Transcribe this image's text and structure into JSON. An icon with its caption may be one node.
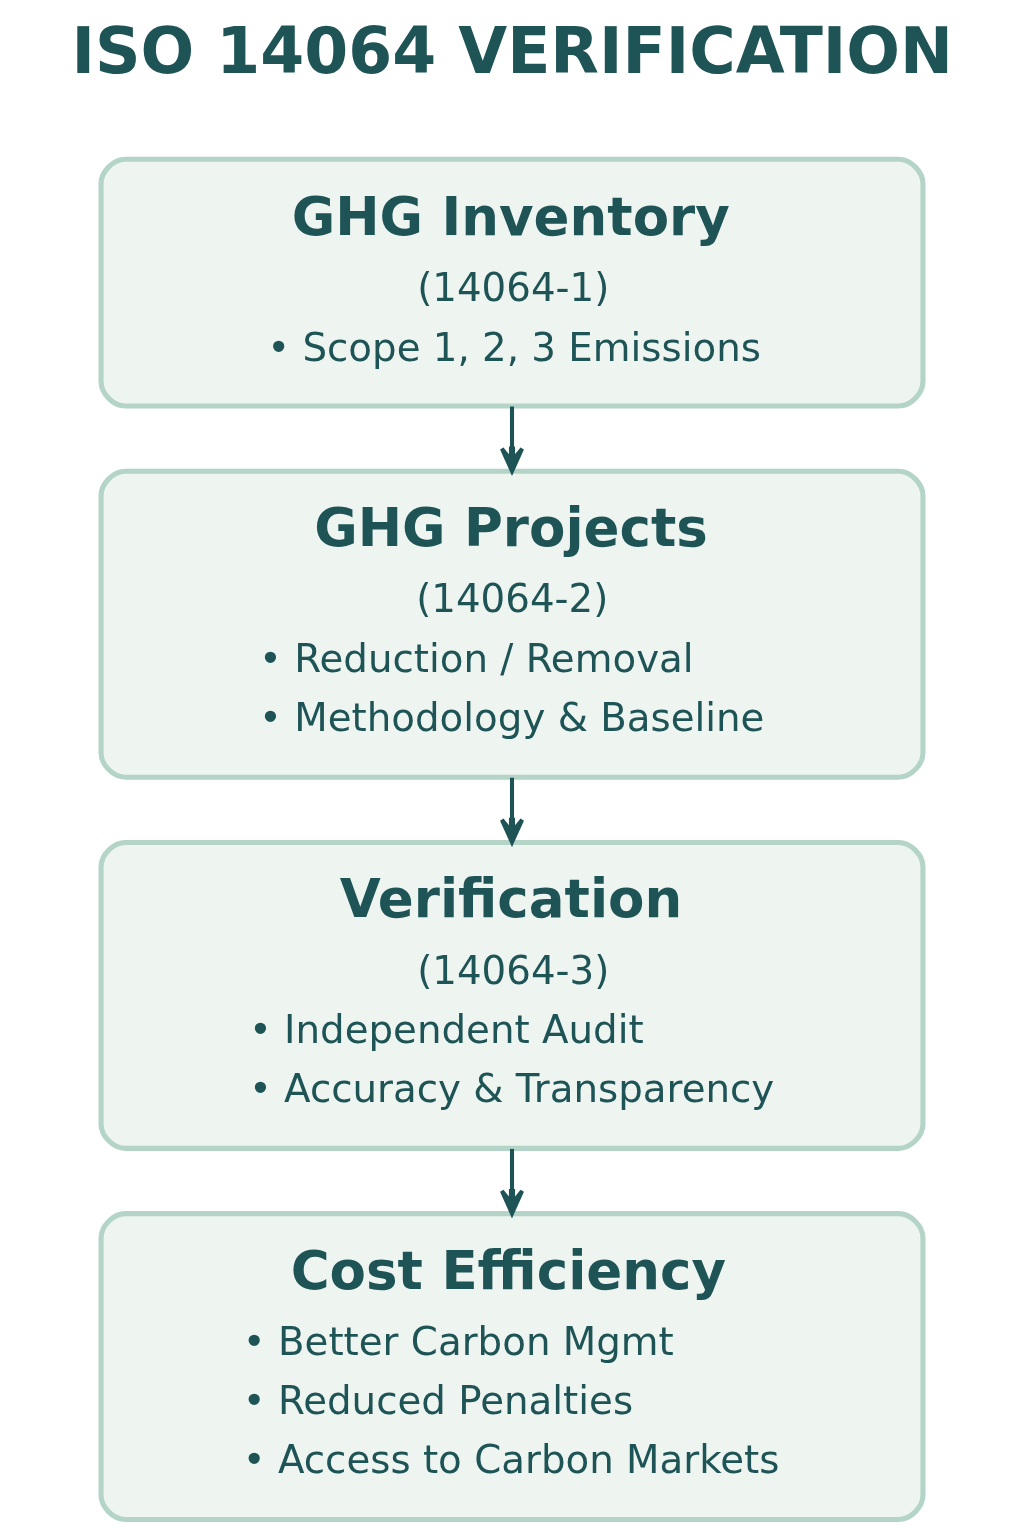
{
  "diagram": {
    "title": "ISO 14064 VERIFICATION",
    "nodes": [
      {
        "text": [
          "GHG Inventory",
          "(14064-1)",
          "• Scope 1, 2, 3 Emissions"
        ]
      },
      {
        "text": [
          "GHG Projects",
          "(14064-2)",
          "• Reduction / Removal",
          "• Methodology & Baseline"
        ]
      },
      {
        "text": [
          "Verification",
          "(14064-3)",
          "• Independent Audit",
          "• Accuracy & Transparency"
        ]
      },
      {
        "text": [
          "Cost Efficiency",
          "• Better Carbon Mgmt",
          "• Reduced Penalties",
          "• Access to Carbon Markets"
        ]
      }
    ],
    "edges": [
      {
        "from": 0,
        "to": 1,
        "arrow": "to"
      },
      {
        "from": 1,
        "to": 2,
        "arrow": "to"
      },
      {
        "from": 2,
        "to": 3,
        "arrow": "to"
      }
    ]
  }
}
